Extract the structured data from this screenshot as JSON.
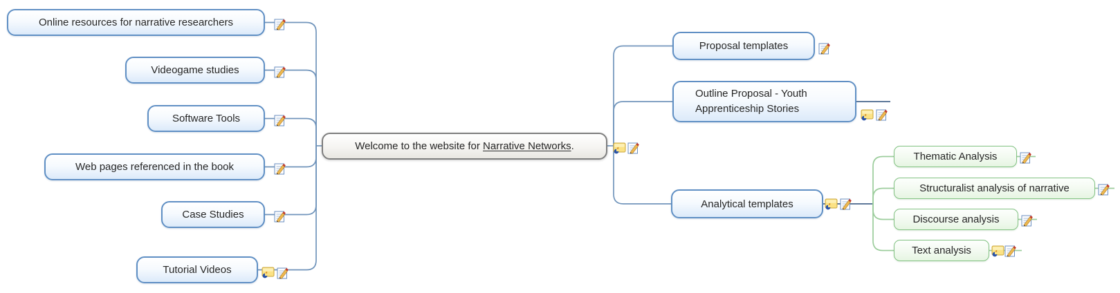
{
  "map": {
    "central": {
      "prefix": "Welcome to the website for ",
      "link_text": "Narrative Networks",
      "suffix": "."
    },
    "left_topics": [
      {
        "label": "Online resources for narrative researchers"
      },
      {
        "label": "Videogame studies"
      },
      {
        "label": "Software Tools"
      },
      {
        "label": "Web pages referenced in the book"
      },
      {
        "label": "Case Studies"
      },
      {
        "label": "Tutorial Videos"
      }
    ],
    "right_topics": [
      {
        "label": "Proposal templates"
      },
      {
        "label": "Outline Proposal - Youth Apprenticeship Stories"
      },
      {
        "label": "Analytical templates"
      }
    ],
    "analysis_subtopics": [
      {
        "label": "Thematic Analysis"
      },
      {
        "label": "Structuralist analysis of narrative"
      },
      {
        "label": "Discourse analysis"
      },
      {
        "label": "Text analysis"
      }
    ],
    "icons": {
      "notes": "notes-icon",
      "comment": "comment-icon"
    },
    "colors": {
      "blue_node_border": "#5f8fc4",
      "blue_connector": "#7094bb",
      "dark_connector": "#47658c",
      "green_node_border": "#82c282",
      "green_connector": "#9ccd9c",
      "central_border": "#7e7e7e"
    }
  }
}
